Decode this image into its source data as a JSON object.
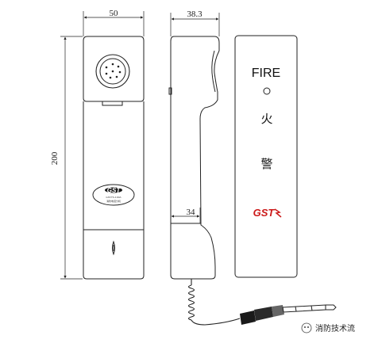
{
  "dimensions": {
    "width_front": "50",
    "depth_side": "38.3",
    "height": "200",
    "base_depth": "34"
  },
  "panel": {
    "fire_label": "FIRE",
    "char_1": "火",
    "char_2": "警",
    "brand_logo": "GST"
  },
  "front_label": {
    "brand": "GST",
    "line_1": "GST-TS-100A",
    "line_2": "消防电话分机"
  },
  "watermark": {
    "text": "消防技术流"
  },
  "colors": {
    "line": "#222222",
    "brand_red": "#cc1a1a"
  }
}
